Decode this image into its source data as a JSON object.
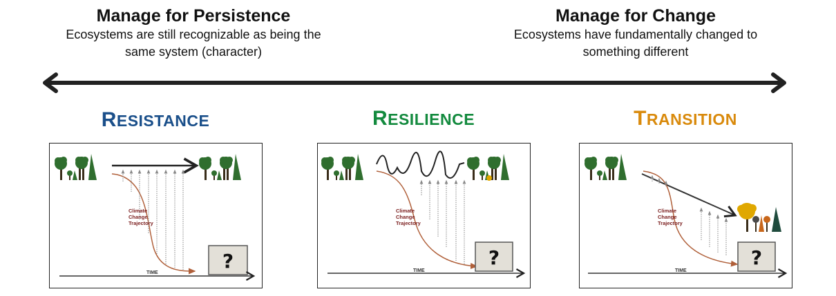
{
  "header": {
    "left": {
      "title": "Manage for Persistence",
      "subtitle_line1": "Ecosystems are still recognizable as being the",
      "subtitle_line2": "same system (character)"
    },
    "right": {
      "title": "Manage for Change",
      "subtitle_line1": "Ecosystems have fundamentally changed to",
      "subtitle_line2": "something different"
    }
  },
  "spectrum_arrow": {
    "type": "double-headed",
    "color": "#222222"
  },
  "categories": [
    {
      "id": "resistance",
      "title_first": "R",
      "title_rest": "ESISTANCE",
      "color": "#1a4f8a",
      "panel": {
        "trajectory_label": [
          "Climate",
          "Change",
          "Trajectory"
        ],
        "outcome_symbol": "?",
        "axis_label": "TIME",
        "management_path": "straight-horizontal",
        "end_state": "same-forest"
      }
    },
    {
      "id": "resilience",
      "title_first": "R",
      "title_rest": "ESILIENCE",
      "color": "#138a3e",
      "panel": {
        "trajectory_label": [
          "Climate",
          "Change",
          "Trajectory"
        ],
        "outcome_symbol": "?",
        "axis_label": "TIME",
        "management_path": "oscillating-wave",
        "end_state": "same-forest-with-one-new-tree"
      }
    },
    {
      "id": "transition",
      "title_first": "T",
      "title_rest": "RANSITION",
      "color": "#d98a0c",
      "panel": {
        "trajectory_label": [
          "Climate",
          "Change",
          "Trajectory"
        ],
        "outcome_symbol": "?",
        "axis_label": "TIME",
        "management_path": "diagonal-descending",
        "end_state": "new-forest-type"
      }
    }
  ],
  "colors": {
    "tree_green": "#2f6e2e",
    "trunk": "#3a2d1a",
    "trajectory": "#b0603a",
    "trajectory_label": "#7a1c1c",
    "question_box": "#e3e0d8",
    "yellow_tree": "#e0a800",
    "orange_tree": "#c8661a",
    "dark_conifer": "#1f4b3d"
  }
}
